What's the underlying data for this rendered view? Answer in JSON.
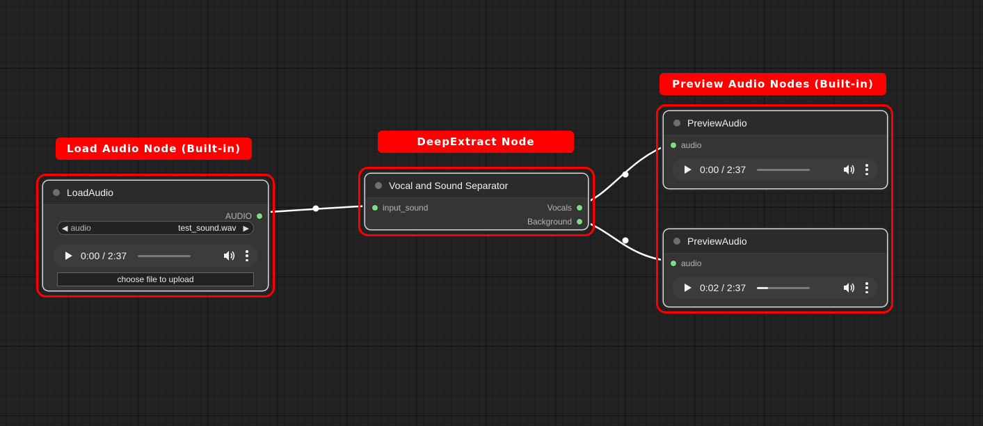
{
  "annotations": {
    "load_audio": "Load Audio Node (Built-in)",
    "deepextract": "DeepExtract Node",
    "preview": "Preview Audio Nodes (Built-in)"
  },
  "nodes": {
    "load_audio": {
      "title": "LoadAudio",
      "output_label": "AUDIO",
      "widget": {
        "name": "audio",
        "value": "test_sound.wav",
        "left_arrow": "◀",
        "right_arrow": "▶"
      },
      "player": {
        "time": "0:00 / 2:37",
        "progress": 0.0
      },
      "upload_label": "choose file to upload"
    },
    "separator": {
      "title": "Vocal and Sound Separator",
      "input_label": "input_sound",
      "outputs": [
        "Vocals",
        "Background"
      ]
    },
    "preview_1": {
      "title": "PreviewAudio",
      "input_label": "audio",
      "player": {
        "time": "0:00 / 2:37",
        "progress": 0.0
      }
    },
    "preview_2": {
      "title": "PreviewAudio",
      "input_label": "audio",
      "player": {
        "time": "0:02 / 2:37",
        "progress": 0.21
      }
    }
  },
  "colors": {
    "background": "#222222",
    "node_body": "#353535",
    "node_header": "#2b2b2b",
    "slot": "#7fdc7f",
    "link": "#ffffff",
    "annotation": "#ff0000"
  },
  "icons": {
    "play": "play-icon",
    "volume": "volume-icon",
    "menu": "more-vert-icon",
    "status": "node-status-dot-icon"
  }
}
